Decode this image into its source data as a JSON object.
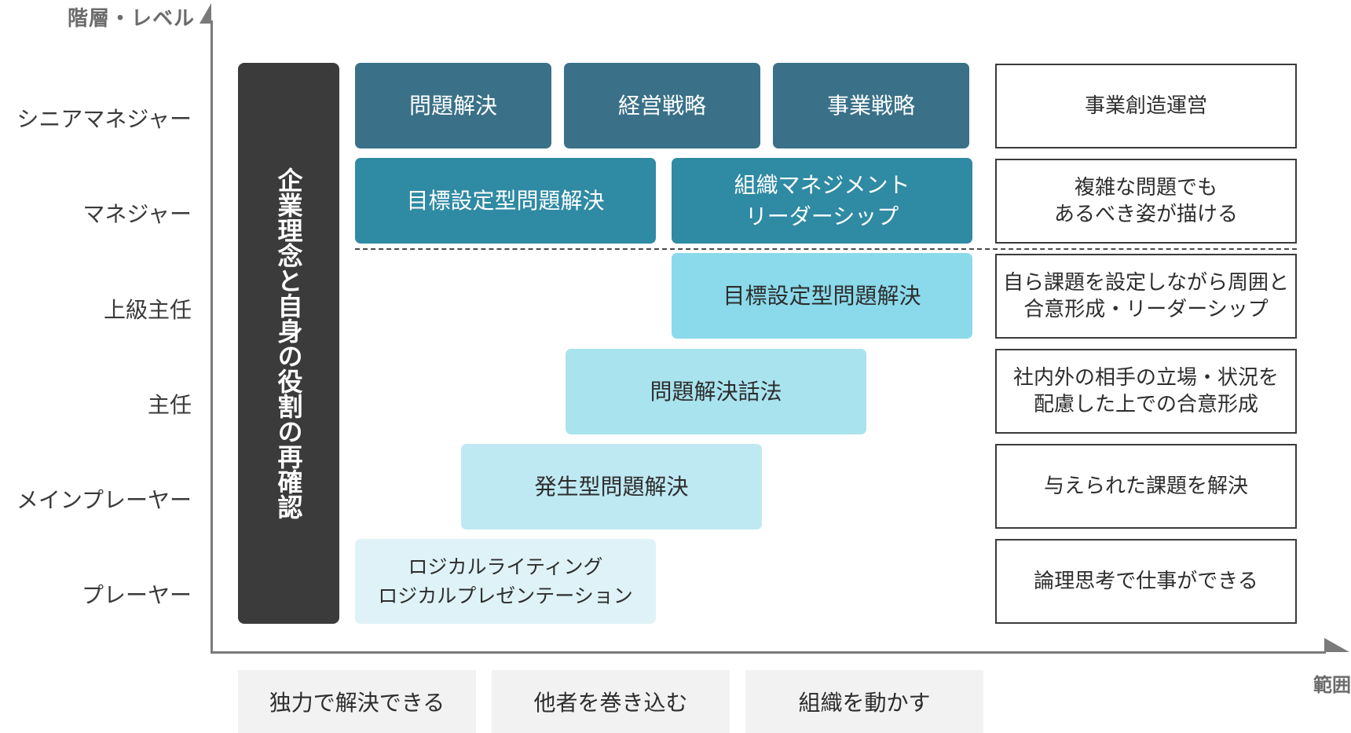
{
  "axis": {
    "y_title": "階層・レベル",
    "x_title": "範囲"
  },
  "levels": [
    "シニアマネジャー",
    "マネジャー",
    "上級主任",
    "主任",
    "メインプレーヤー",
    "プレーヤー"
  ],
  "vertical_bar": "企業理念と自身の役割の再確認",
  "skills": {
    "senior_1": "問題解決",
    "senior_2": "経営戦略",
    "senior_3": "事業戦略",
    "manager_1": "目標設定型問題解決",
    "manager_2_line1": "組織マネジメント",
    "manager_2_line2": "リーダーシップ",
    "senior_lead": "目標設定型問題解決",
    "lead": "問題解決話法",
    "main_player": "発生型問題解決",
    "player_line1": "ロジカルライティング",
    "player_line2": "ロジカルプレゼンテーション"
  },
  "descriptions": {
    "senior": "事業創造運営",
    "manager_line1": "複雑な問題でも",
    "manager_line2": "あるべき姿が描ける",
    "senior_lead_line1": "自ら課題を設定しながら周囲と",
    "senior_lead_line2": "合意形成・リーダーシップ",
    "lead_line1": "社内外の相手の立場・状況を",
    "lead_line2": "配慮した上での合意形成",
    "main_player": "与えられた課題を解決",
    "player": "論理思考で仕事ができる"
  },
  "scopes": [
    "独力で解決できる",
    "他者を巻き込む",
    "組織を動かす"
  ]
}
